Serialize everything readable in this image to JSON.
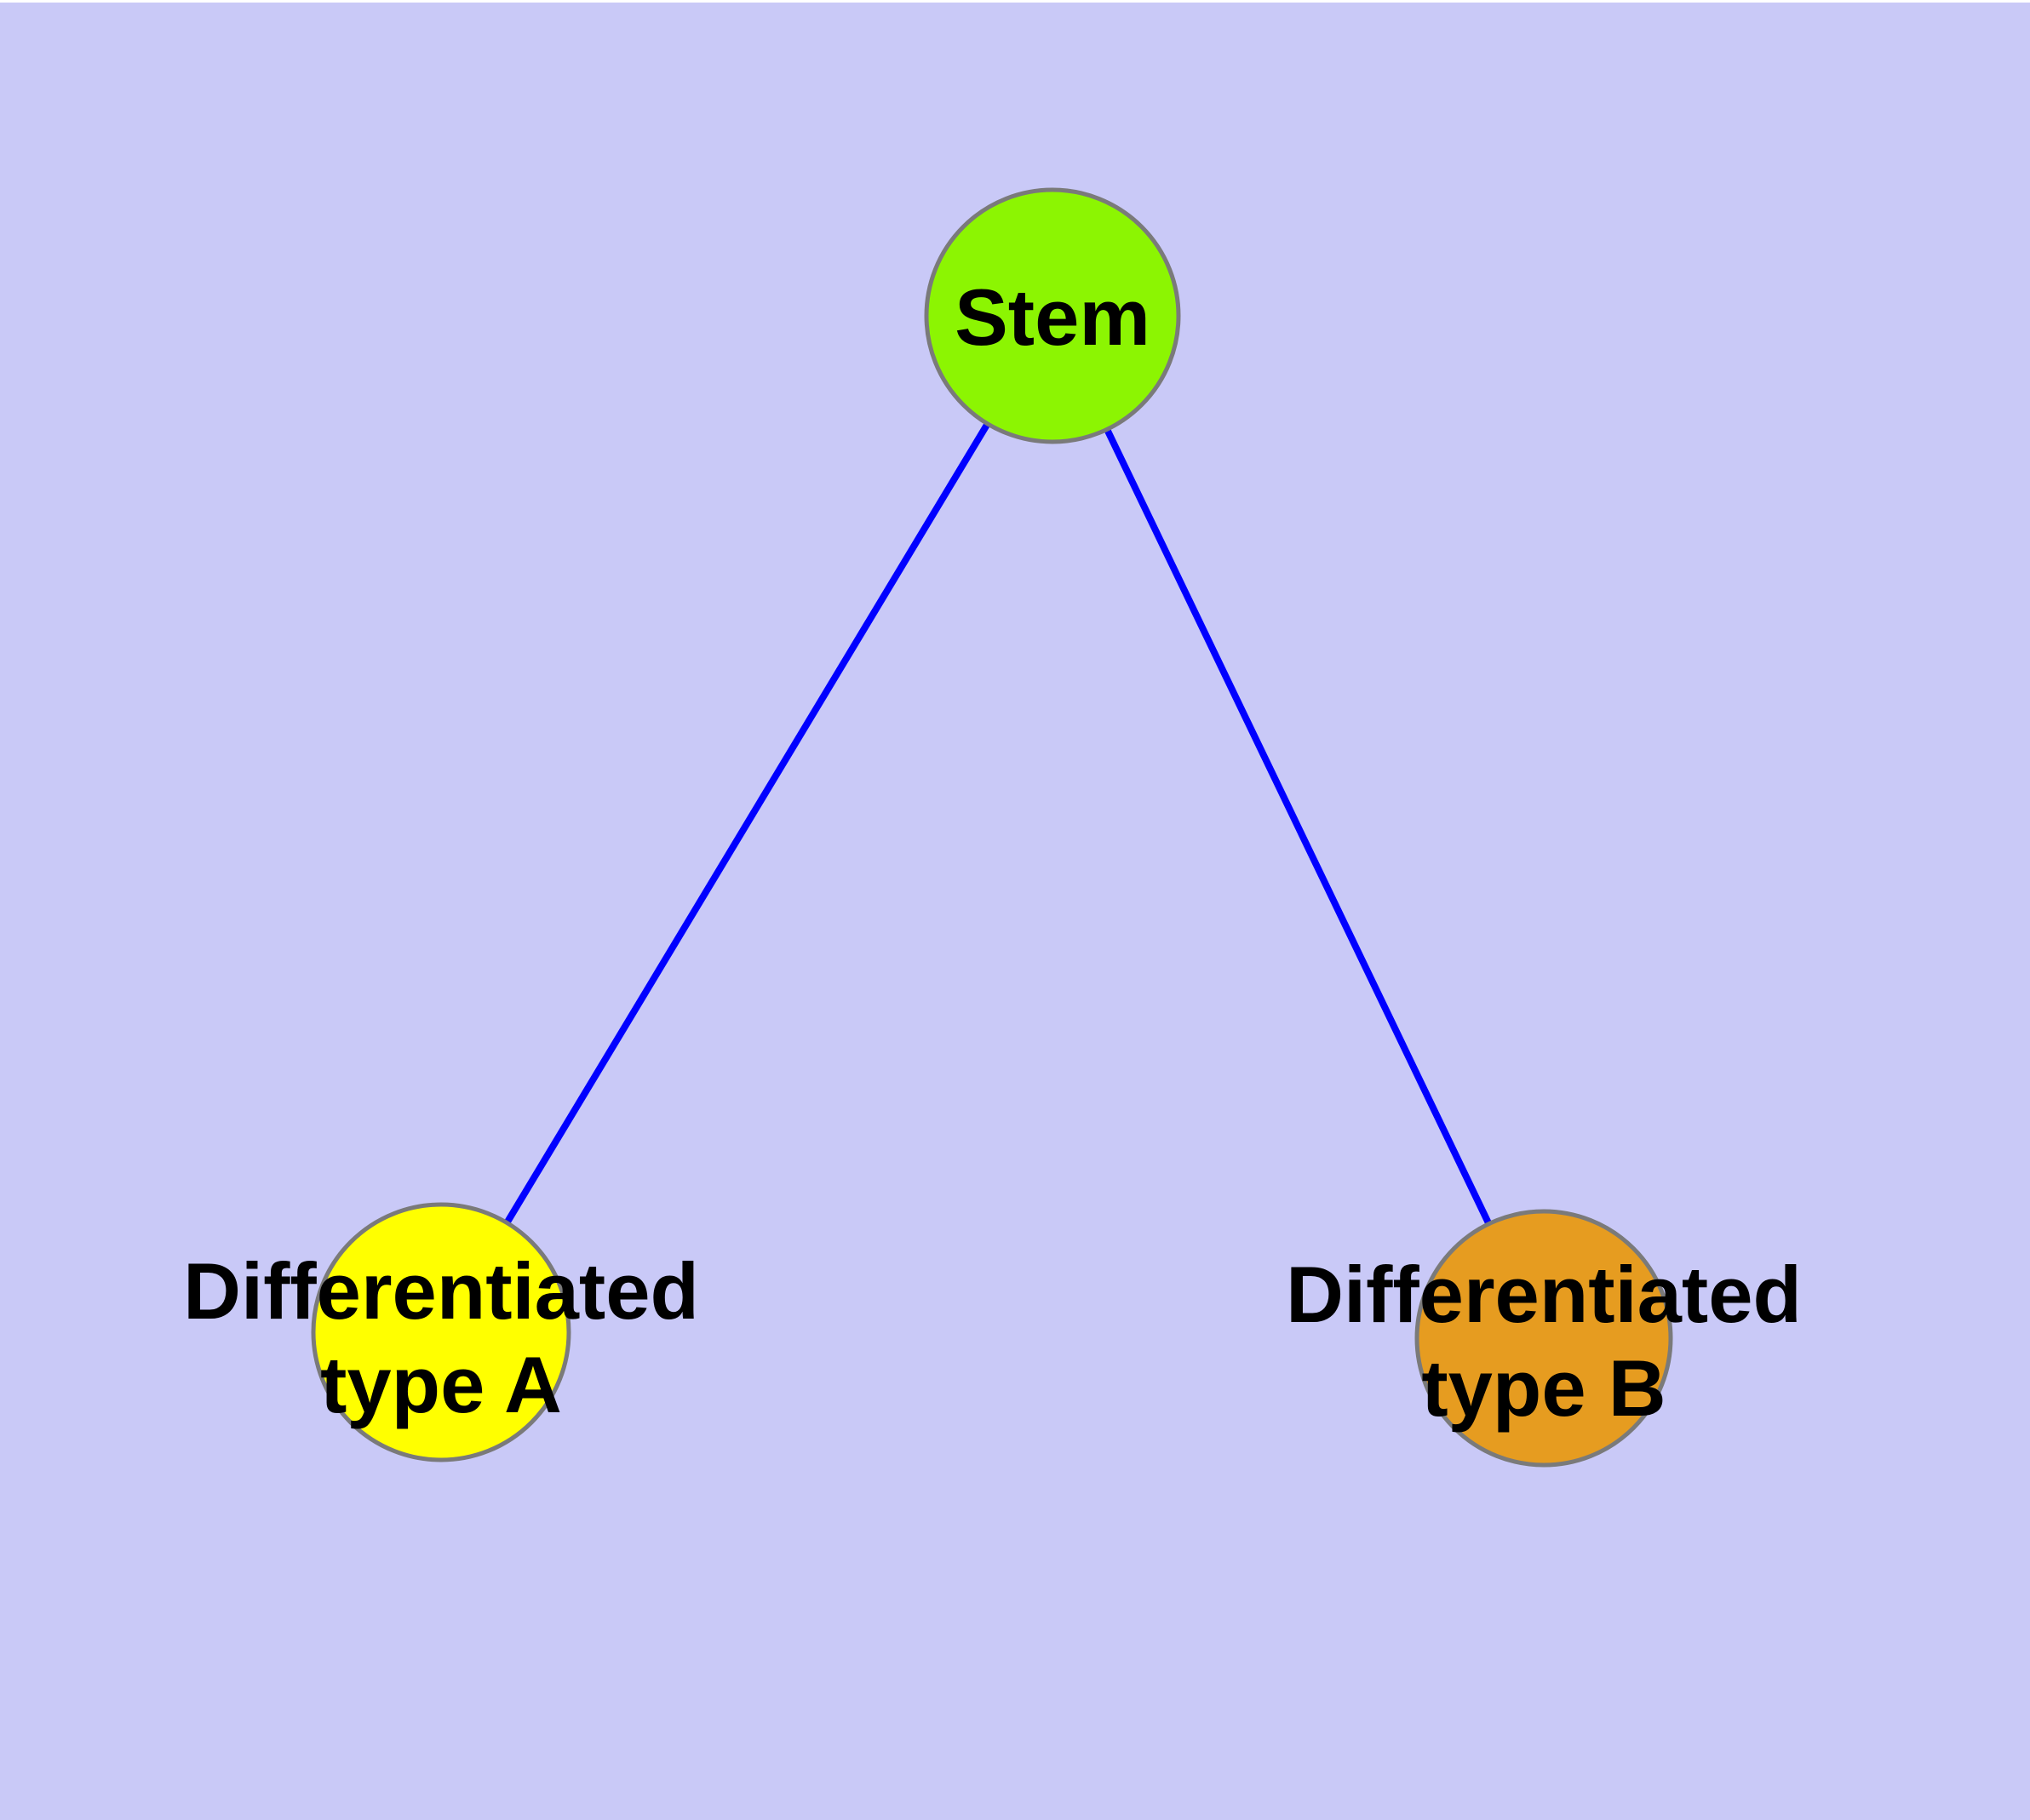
{
  "diagram": {
    "background_color": "#C9C9F7",
    "top_strip_color": "#FFFFFF",
    "edge_color": "#0000FF",
    "node_border_color": "#7A7A7A",
    "nodes": [
      {
        "id": "stem",
        "label": "Stem",
        "color": "#8CF502"
      },
      {
        "id": "type-a",
        "label": "Differentiated\ntype A",
        "color": "#FFFF00"
      },
      {
        "id": "type-b",
        "label": "Differentiated\ntype B",
        "color": "#E69C20"
      }
    ],
    "edges": [
      {
        "from": "stem",
        "to": "type-a"
      },
      {
        "from": "stem",
        "to": "type-b"
      }
    ]
  }
}
